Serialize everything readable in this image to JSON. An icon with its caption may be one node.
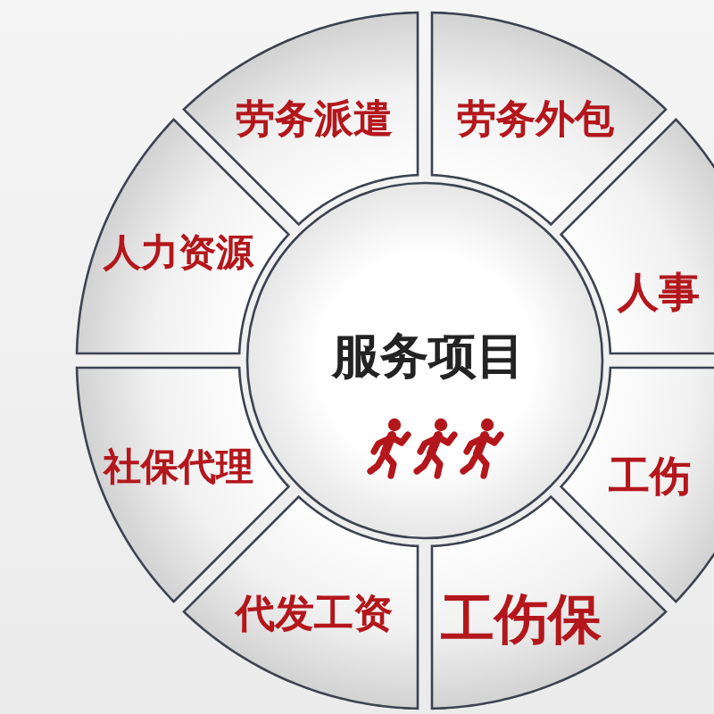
{
  "diagram": {
    "nodes": [
      {
        "text": [
          "劳务派遣"
        ]
      },
      {
        "text": [
          "劳务外包"
        ]
      },
      {
        "text": [
          "人力资源"
        ]
      },
      {
        "text": [
          "人事"
        ]
      },
      {
        "text": [
          "服务项目"
        ]
      },
      {
        "text": [
          "社保代理"
        ]
      },
      {
        "text": [
          "工伤"
        ]
      },
      {
        "text": [
          "代发工资"
        ]
      },
      {
        "text": [
          "工伤保"
        ]
      }
    ]
  }
}
